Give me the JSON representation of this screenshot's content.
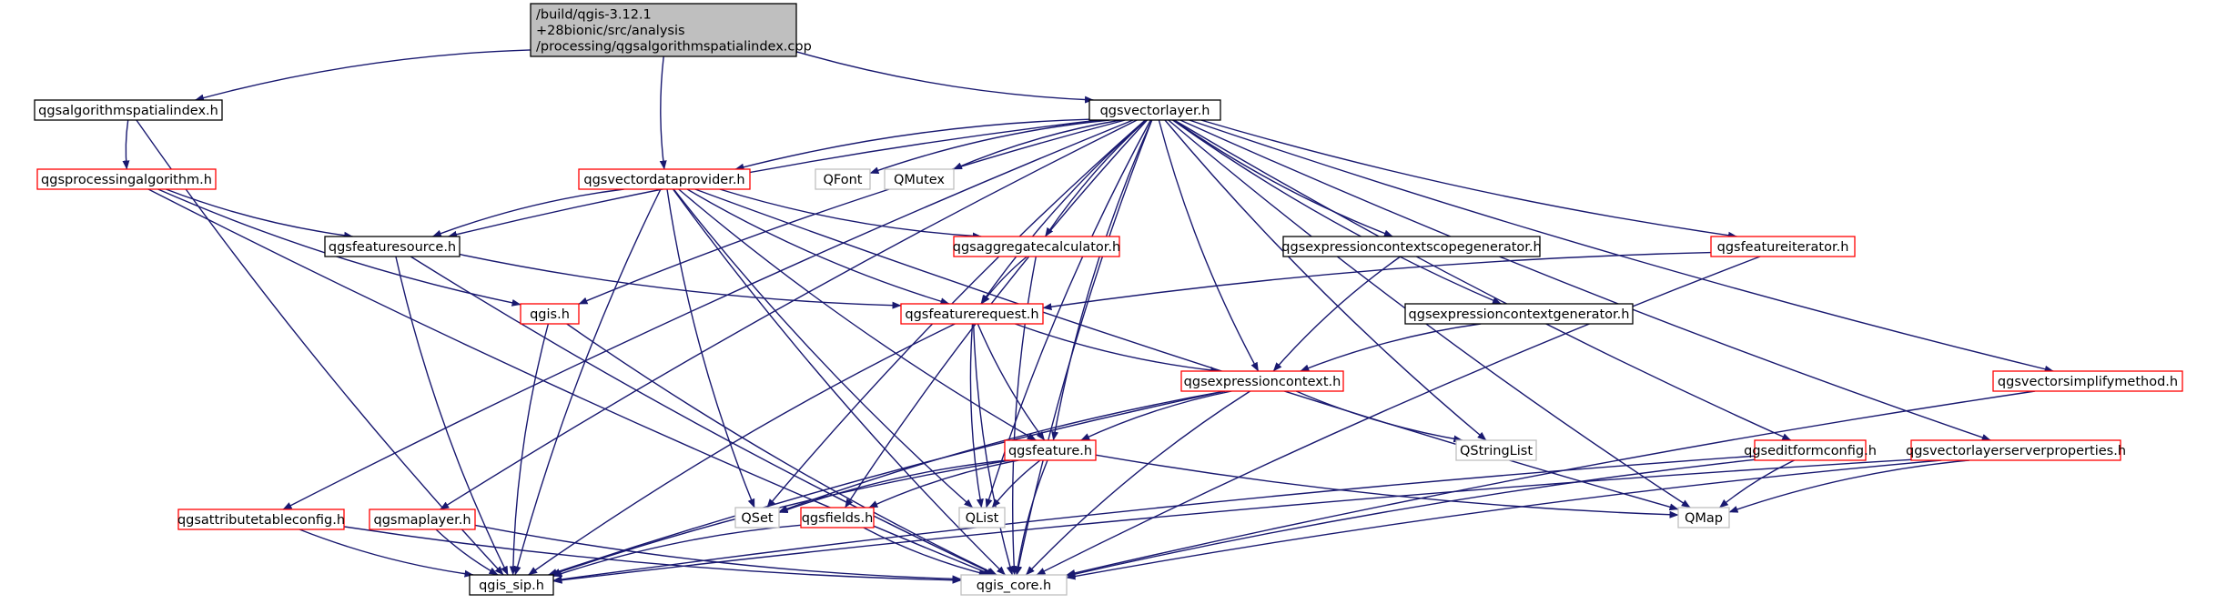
{
  "palette": {
    "edge": "#191970",
    "root_fill": "#bfbfbf",
    "root_stroke": "#000000",
    "normal_stroke": "#000000",
    "linked_stroke": "#ff0000",
    "external_stroke": "#bfbfbf",
    "external_text": "#000000"
  },
  "nodes": [
    {
      "id": "root",
      "kind": "root",
      "lines": [
        "/build/qgis-3.12.1",
        "+28bionic/src/analysis",
        "/processing/qgsalgorithmspatialindex.cpp"
      ]
    },
    {
      "id": "algsi",
      "kind": "normal",
      "lines": [
        "qgsalgorithmspatialindex.h"
      ]
    },
    {
      "id": "vlayer",
      "kind": "normal",
      "lines": [
        "qgsvectorlayer.h"
      ]
    },
    {
      "id": "procalg",
      "kind": "linked",
      "lines": [
        "qgsprocessingalgorithm.h"
      ]
    },
    {
      "id": "vdp",
      "kind": "linked",
      "lines": [
        "qgsvectordataprovider.h"
      ]
    },
    {
      "id": "qfont",
      "kind": "external",
      "lines": [
        "QFont"
      ]
    },
    {
      "id": "qmutex",
      "kind": "external",
      "lines": [
        "QMutex"
      ]
    },
    {
      "id": "featsrc",
      "kind": "normal",
      "lines": [
        "qgsfeaturesource.h"
      ]
    },
    {
      "id": "aggcalc",
      "kind": "linked",
      "lines": [
        "qgsaggregatecalculator.h"
      ]
    },
    {
      "id": "ecsgen",
      "kind": "normal",
      "lines": [
        "qgsexpressioncontextscopegenerator.h"
      ]
    },
    {
      "id": "featiter",
      "kind": "linked",
      "lines": [
        "qgsfeatureiterator.h"
      ]
    },
    {
      "id": "qgis",
      "kind": "linked",
      "lines": [
        "qgis.h"
      ]
    },
    {
      "id": "featreq",
      "kind": "linked",
      "lines": [
        "qgsfeaturerequest.h"
      ]
    },
    {
      "id": "ecgen",
      "kind": "normal",
      "lines": [
        "qgsexpressioncontextgenerator.h"
      ]
    },
    {
      "id": "expctx",
      "kind": "linked",
      "lines": [
        "qgsexpressioncontext.h"
      ]
    },
    {
      "id": "vsimp",
      "kind": "linked",
      "lines": [
        "qgsvectorsimplifymethod.h"
      ]
    },
    {
      "id": "feature",
      "kind": "linked",
      "lines": [
        "qgsfeature.h"
      ]
    },
    {
      "id": "qstrlist",
      "kind": "external",
      "lines": [
        "QStringList"
      ]
    },
    {
      "id": "editform",
      "kind": "linked",
      "lines": [
        "qgseditformconfig.h"
      ]
    },
    {
      "id": "vlsp",
      "kind": "linked",
      "lines": [
        "qgsvectorlayerserverproperties.h"
      ]
    },
    {
      "id": "attrtab",
      "kind": "linked",
      "lines": [
        "qgsattributetableconfig.h"
      ]
    },
    {
      "id": "maplayer",
      "kind": "linked",
      "lines": [
        "qgsmaplayer.h"
      ]
    },
    {
      "id": "qset",
      "kind": "external",
      "lines": [
        "QSet"
      ]
    },
    {
      "id": "fields",
      "kind": "linked",
      "lines": [
        "qgsfields.h"
      ]
    },
    {
      "id": "qlist",
      "kind": "external",
      "lines": [
        "QList"
      ]
    },
    {
      "id": "qmap",
      "kind": "external",
      "lines": [
        "QMap"
      ]
    },
    {
      "id": "qgissip",
      "kind": "normal",
      "lines": [
        "qgis_sip.h"
      ]
    },
    {
      "id": "qgiscore",
      "kind": "external",
      "lines": [
        "qgis_core.h"
      ]
    }
  ],
  "edges": [
    [
      "root",
      "algsi"
    ],
    [
      "root",
      "vdp"
    ],
    [
      "root",
      "vlayer"
    ],
    [
      "algsi",
      "procalg"
    ],
    [
      "algsi",
      "qgissip"
    ],
    [
      "procalg",
      "featsrc"
    ],
    [
      "procalg",
      "qgis"
    ],
    [
      "procalg",
      "qgiscore"
    ],
    [
      "vlayer",
      "vdp"
    ],
    [
      "vlayer",
      "qfont"
    ],
    [
      "vlayer",
      "qmutex"
    ],
    [
      "vlayer",
      "featsrc"
    ],
    [
      "vlayer",
      "aggcalc"
    ],
    [
      "vlayer",
      "ecsgen"
    ],
    [
      "vlayer",
      "featiter"
    ],
    [
      "vlayer",
      "qgis"
    ],
    [
      "vlayer",
      "featreq"
    ],
    [
      "vlayer",
      "ecgen"
    ],
    [
      "vlayer",
      "expctx"
    ],
    [
      "vlayer",
      "vsimp"
    ],
    [
      "vlayer",
      "feature"
    ],
    [
      "vlayer",
      "qstrlist"
    ],
    [
      "vlayer",
      "editform"
    ],
    [
      "vlayer",
      "vlsp"
    ],
    [
      "vlayer",
      "attrtab"
    ],
    [
      "vlayer",
      "maplayer"
    ],
    [
      "vlayer",
      "qset"
    ],
    [
      "vlayer",
      "fields"
    ],
    [
      "vlayer",
      "qlist"
    ],
    [
      "vlayer",
      "qmap"
    ],
    [
      "vlayer",
      "qgiscore"
    ],
    [
      "vdp",
      "featsrc"
    ],
    [
      "vdp",
      "aggcalc"
    ],
    [
      "vdp",
      "featreq"
    ],
    [
      "vdp",
      "feature"
    ],
    [
      "vdp",
      "qset"
    ],
    [
      "vdp",
      "qlist"
    ],
    [
      "vdp",
      "qmap"
    ],
    [
      "vdp",
      "qgissip"
    ],
    [
      "vdp",
      "qgiscore"
    ],
    [
      "featsrc",
      "featreq"
    ],
    [
      "featsrc",
      "qgissip"
    ],
    [
      "featsrc",
      "qgiscore"
    ],
    [
      "aggcalc",
      "featreq"
    ],
    [
      "aggcalc",
      "qgiscore"
    ],
    [
      "featiter",
      "featreq"
    ],
    [
      "featiter",
      "qgiscore"
    ],
    [
      "ecsgen",
      "expctx"
    ],
    [
      "ecgen",
      "expctx"
    ],
    [
      "qgis",
      "qgissip"
    ],
    [
      "qgis",
      "qgiscore"
    ],
    [
      "featreq",
      "expctx"
    ],
    [
      "featreq",
      "feature"
    ],
    [
      "featreq",
      "qlist"
    ],
    [
      "featreq",
      "qgissip"
    ],
    [
      "featreq",
      "qgiscore"
    ],
    [
      "expctx",
      "feature"
    ],
    [
      "expctx",
      "qstrlist"
    ],
    [
      "expctx",
      "qset"
    ],
    [
      "expctx",
      "qgissip"
    ],
    [
      "expctx",
      "qgiscore"
    ],
    [
      "feature",
      "fields"
    ],
    [
      "feature",
      "qset"
    ],
    [
      "feature",
      "qlist"
    ],
    [
      "feature",
      "qmap"
    ],
    [
      "feature",
      "qgissip"
    ],
    [
      "feature",
      "qgiscore"
    ],
    [
      "fields",
      "qgissip"
    ],
    [
      "fields",
      "qgiscore"
    ],
    [
      "vsimp",
      "qgiscore"
    ],
    [
      "editform",
      "qmap"
    ],
    [
      "editform",
      "qgissip"
    ],
    [
      "editform",
      "qgiscore"
    ],
    [
      "vlsp",
      "qmap"
    ],
    [
      "vlsp",
      "qgissip"
    ],
    [
      "vlsp",
      "qgiscore"
    ],
    [
      "attrtab",
      "qgissip"
    ],
    [
      "attrtab",
      "qgiscore"
    ],
    [
      "maplayer",
      "qgissip"
    ],
    [
      "maplayer",
      "qgiscore"
    ]
  ]
}
